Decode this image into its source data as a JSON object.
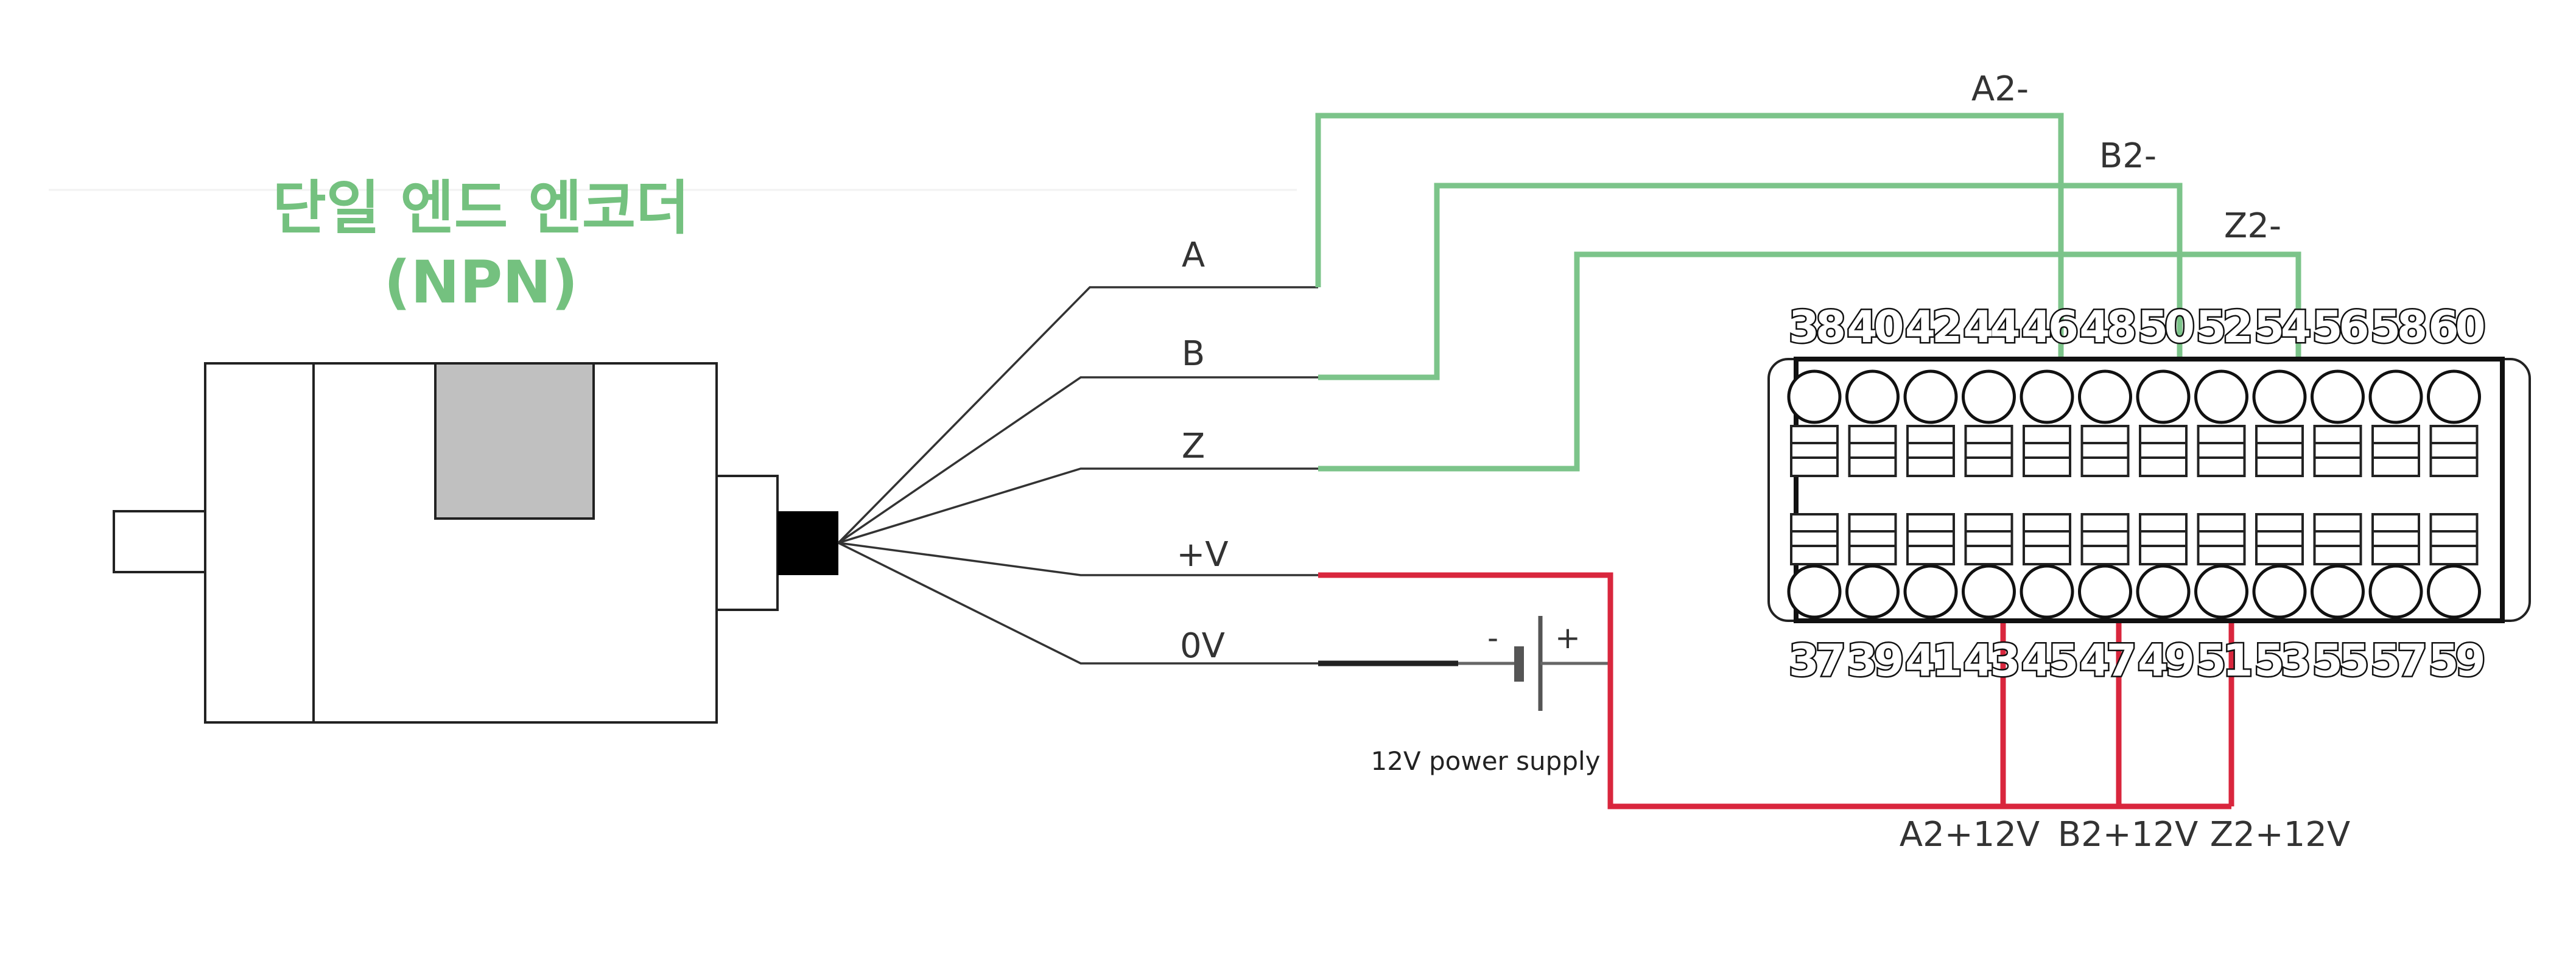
{
  "title": {
    "line1": "단일 엔드 엔코더",
    "line2": "(NPN)"
  },
  "encoder_wires": [
    "A",
    "B",
    "Z",
    "+V",
    "0V"
  ],
  "power_supply": {
    "label": "12V power supply",
    "minus": "-",
    "plus": "+"
  },
  "green_wire_labels": [
    "A2-",
    "B2-",
    "Z2-"
  ],
  "red_wire_labels": [
    "A2+12V",
    "B2+12V",
    "Z2+12V"
  ],
  "terminal_block": {
    "top_numbers": [
      "38",
      "40",
      "42",
      "44",
      "46",
      "48",
      "50",
      "52",
      "54",
      "56",
      "58",
      "60"
    ],
    "bottom_numbers": [
      "37",
      "39",
      "41",
      "43",
      "45",
      "47",
      "49",
      "51",
      "53",
      "55",
      "57",
      "59"
    ]
  },
  "colors": {
    "title": "#74c17f",
    "signal_wire": "#7cc48a",
    "power_wire": "#d9263d",
    "ground_wire": "#222222",
    "encoder_window": "#c0c0c0",
    "connector": "#000000"
  }
}
